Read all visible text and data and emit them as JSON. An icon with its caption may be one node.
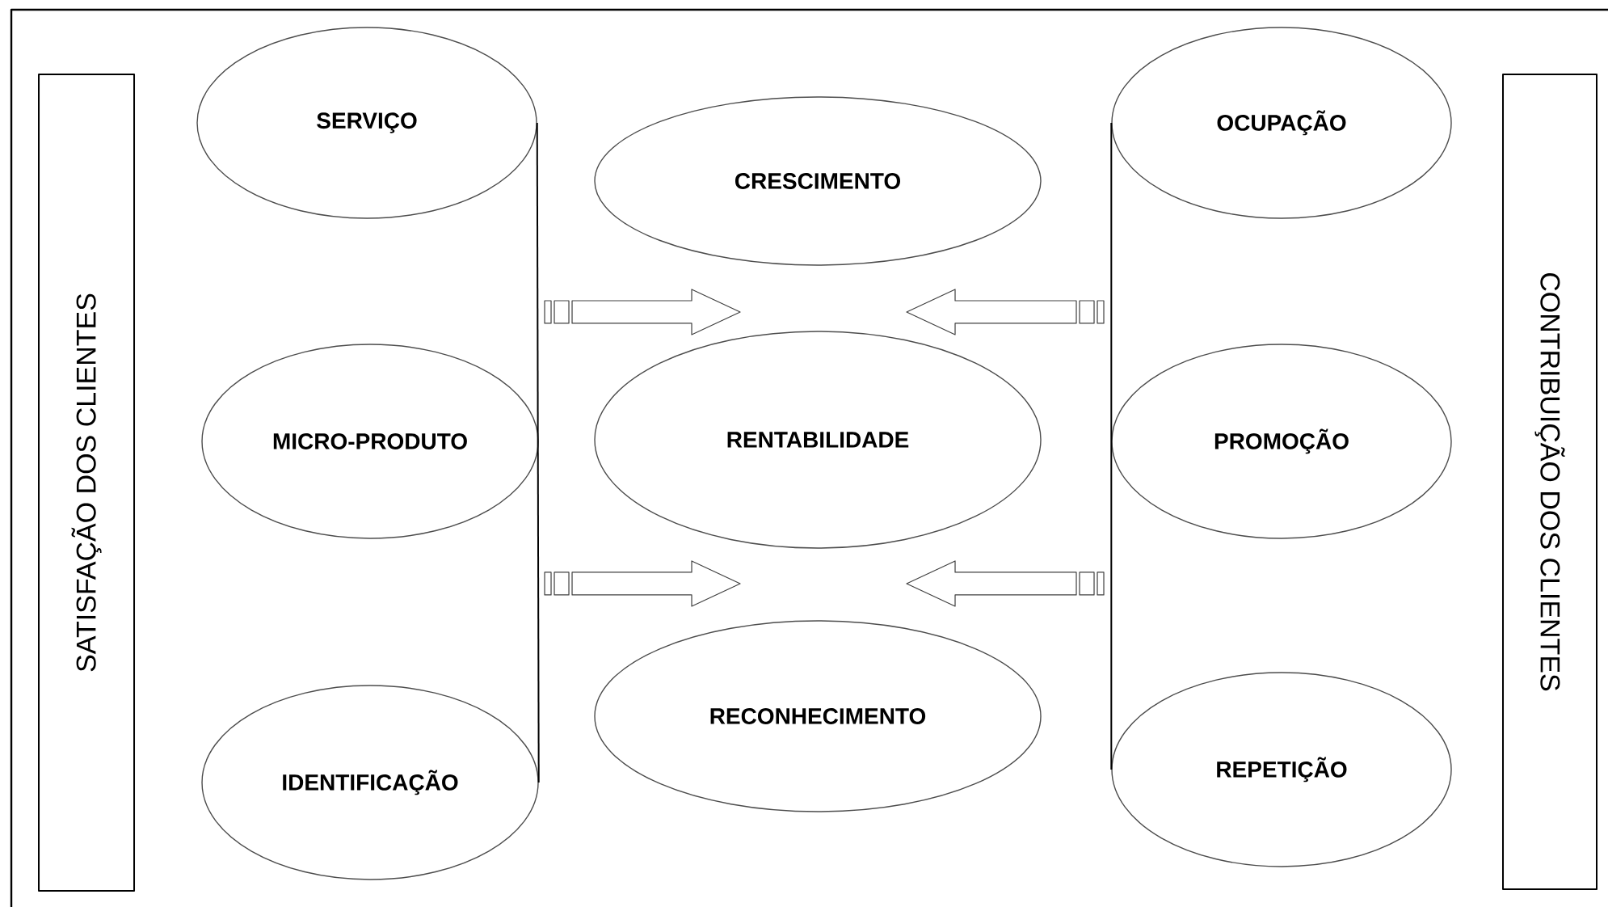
{
  "diagram": {
    "nodes": [
      {
        "text": [
          "SATISFAÇÃO DOS CLIENTES"
        ]
      },
      {
        "text": [
          "SERVIÇO"
        ]
      },
      {
        "text": [
          "MICRO-PRODUTO"
        ]
      },
      {
        "text": [
          "IDENTIFICAÇÃO"
        ]
      },
      {
        "text": [
          "CRESCIMENTO"
        ]
      },
      {
        "text": [
          "RENTABILIDADE"
        ]
      },
      {
        "text": [
          "RECONHECIMENTO"
        ]
      },
      {
        "text": [
          "OCUPAÇÃO"
        ]
      },
      {
        "text": [
          "PROMOÇÃO"
        ]
      },
      {
        "text": [
          "REPETIÇÃO"
        ]
      },
      {
        "text": [
          "CONTRIBUIÇÃO  DOS CLIENTES"
        ]
      }
    ],
    "edges": [
      {
        "from": 1,
        "to": 3,
        "arrow": "none"
      },
      {
        "from": 7,
        "to": 9,
        "arrow": "none"
      }
    ]
  }
}
